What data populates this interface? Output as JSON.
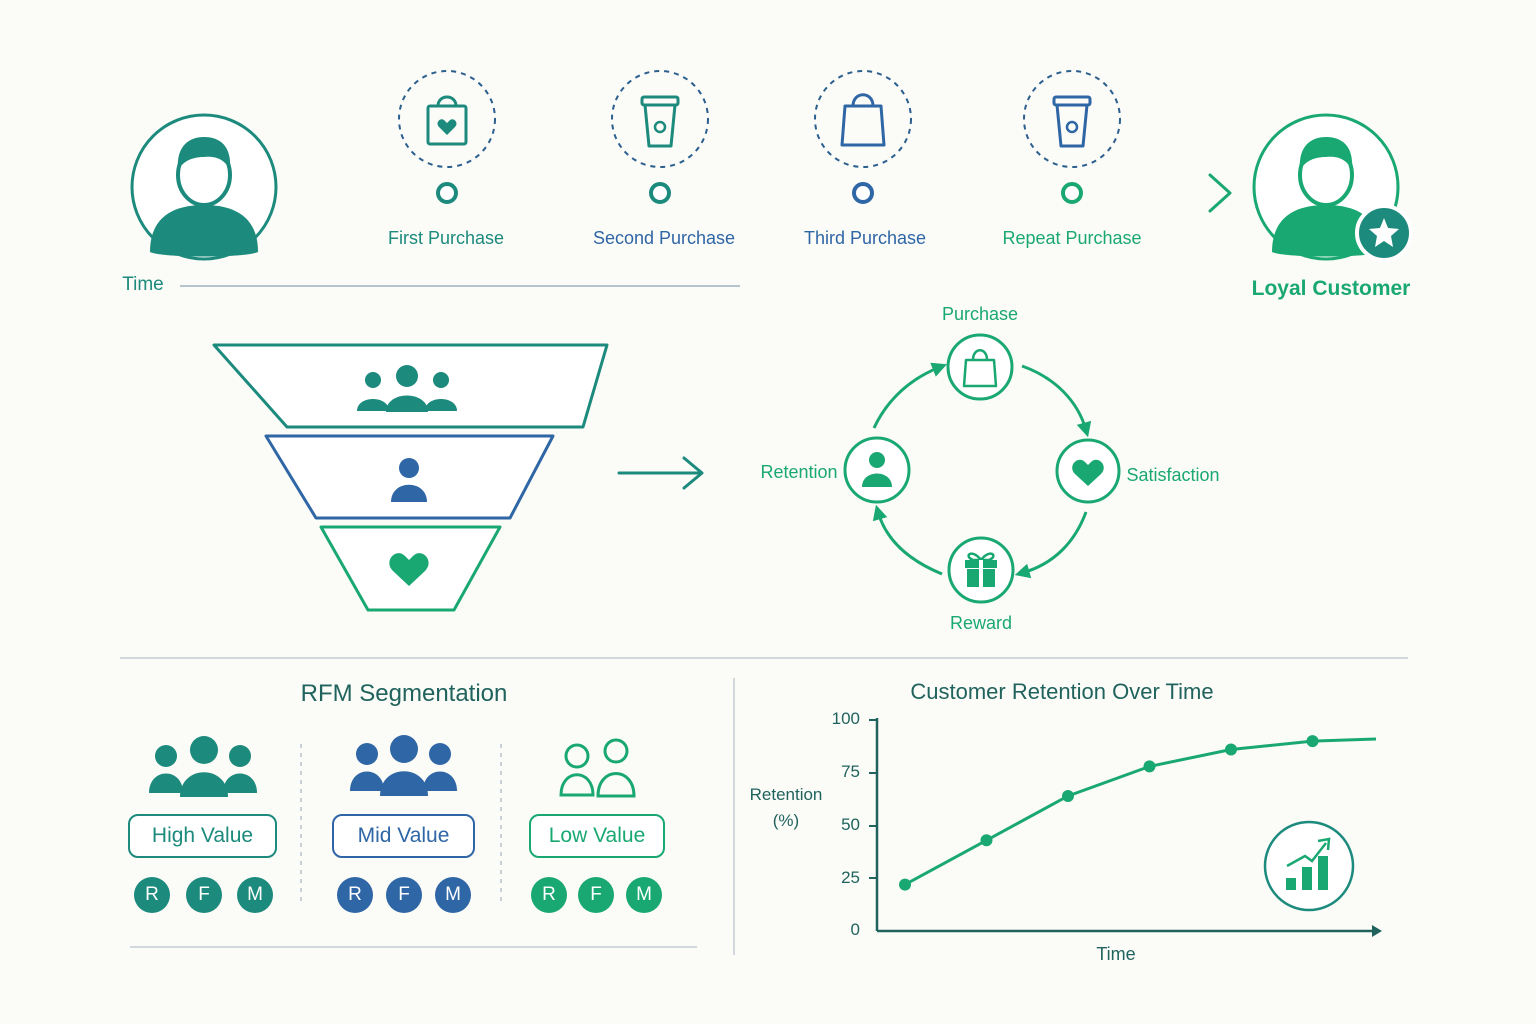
{
  "colors": {
    "teal": "#1c8a7c",
    "blue": "#2f66a5",
    "green": "#1aa872",
    "dark_teal": "#20635d",
    "divider": "#c3ccd6"
  },
  "timeline": {
    "time_label": "Time",
    "stages": [
      {
        "label": "First Purchase",
        "icon": "shopping-bag-heart-icon"
      },
      {
        "label": "Second Purchase",
        "icon": "coffee-cup-icon"
      },
      {
        "label": "Third Purchase",
        "icon": "shopping-bag-icon"
      },
      {
        "label": "Repeat Purchase",
        "icon": "coffee-cup-icon"
      }
    ],
    "start_icon": "customer-avatar-icon",
    "end_label": "Loyal Customer",
    "end_icon": "loyal-customer-avatar-icon",
    "star_icon": "star-badge-icon"
  },
  "funnel": {
    "levels": [
      {
        "icon": "group-of-people-icon"
      },
      {
        "icon": "single-person-icon"
      },
      {
        "icon": "heart-icon"
      }
    ],
    "arrow_icon": "right-arrow-icon"
  },
  "cycle": {
    "nodes": [
      {
        "label": "Purchase",
        "icon": "shopping-bag-icon"
      },
      {
        "label": "Satisfaction",
        "icon": "heart-icon"
      },
      {
        "label": "Reward",
        "icon": "gift-icon"
      },
      {
        "label": "Retention",
        "icon": "person-icon"
      }
    ]
  },
  "rfm": {
    "title": "RFM Segmentation",
    "segments": [
      {
        "label": "High Value",
        "badges": [
          "R",
          "F",
          "M"
        ],
        "icon": "people-group-icon"
      },
      {
        "label": "Mid Value",
        "badges": [
          "R",
          "F",
          "M"
        ],
        "icon": "people-group-icon"
      },
      {
        "label": "Low Value",
        "badges": [
          "R",
          "F",
          "M"
        ],
        "icon": "people-outline-icon"
      }
    ]
  },
  "chart_data": {
    "type": "line",
    "title": "Customer Retention Over Time",
    "xlabel": "Time",
    "ylabel_line1": "Retention",
    "ylabel_line2": "(%)",
    "ylim": [
      0,
      100
    ],
    "yticks": [
      "0",
      "25",
      "50",
      "75",
      "100"
    ],
    "x": [
      1,
      2,
      3,
      4,
      5,
      6
    ],
    "values": [
      22,
      43,
      64,
      78,
      86,
      90
    ],
    "end_value": 91,
    "icon": "growth-chart-icon"
  }
}
